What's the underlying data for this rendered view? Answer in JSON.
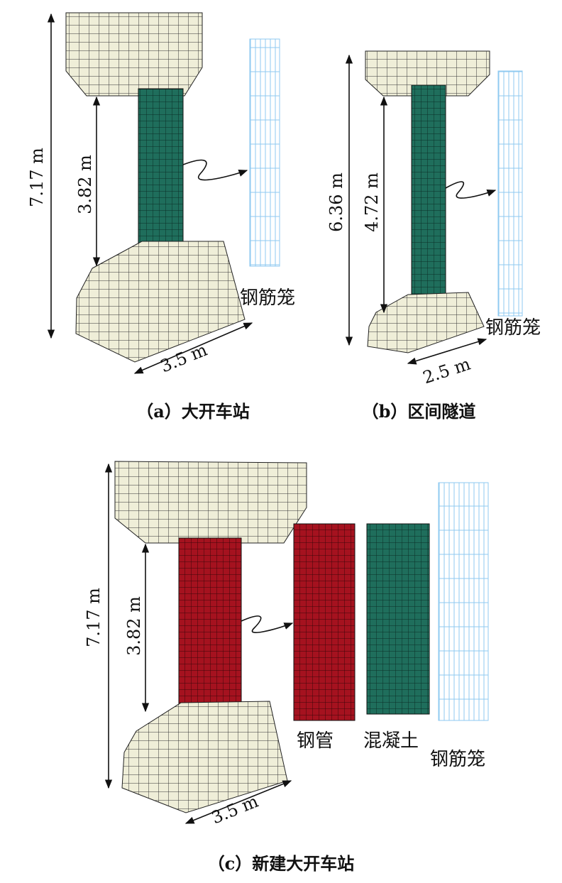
{
  "colors": {
    "concrete_mesh": "#efeed8",
    "concrete_column": "#1f6e5c",
    "steel_tube": "#a5121f",
    "rebar_cage": "#8fcaf0",
    "mesh_line": "#333333"
  },
  "panels": {
    "a": {
      "caption": "（a）大开车站",
      "total_height": "7.17 m",
      "column_height": "3.82 m",
      "width": "3.5 m",
      "cage_label": "钢筋笼"
    },
    "b": {
      "caption": "（b）区间隧道",
      "total_height": "6.36 m",
      "column_height": "4.72 m",
      "width": "2.5 m",
      "cage_label": "钢筋笼"
    },
    "c": {
      "caption": "（c）新建大开车站",
      "total_height": "7.17 m",
      "column_height": "3.82 m",
      "width": "3.5 m",
      "tube_label": "钢管",
      "concrete_label": "混凝土",
      "cage_label": "钢筋笼"
    }
  }
}
